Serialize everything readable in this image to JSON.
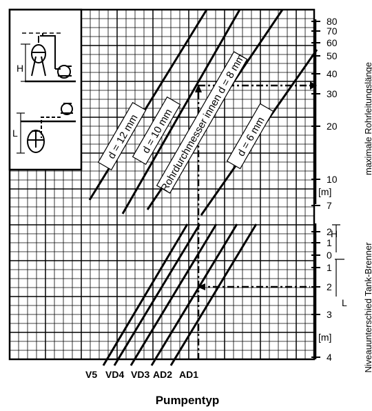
{
  "diagram": {
    "pipe_labels": {
      "d12": "d = 12 mm",
      "d10": "d = 10 mm",
      "d8": "Rohrdurchmesser innen  d = 8 mm",
      "d6": "d = 6 mm"
    },
    "right_axis_top_title": "maximale Rohrleitungslänge",
    "right_axis_top_ticks": [
      "80",
      "70",
      "60",
      "50",
      "40",
      "30",
      "20",
      "10",
      "7"
    ],
    "right_axis_top_unit": "[m]",
    "right_axis_bottom_title": "Niveauunterschied Tank-Brenner",
    "right_axis_bottom_ticks_up": [
      "2",
      "1",
      "0"
    ],
    "right_axis_bottom_ticks_down": [
      "1",
      "2",
      "3",
      "4"
    ],
    "right_axis_bottom_unit": "[m]",
    "h_label": "H",
    "l_label": "L",
    "pump_types": [
      "V5",
      "VD4",
      "VD3",
      "AD2",
      "AD1"
    ],
    "x_axis_title": "Pumpentyp"
  },
  "colors": {
    "grid": "#000000",
    "background": "#ffffff"
  }
}
